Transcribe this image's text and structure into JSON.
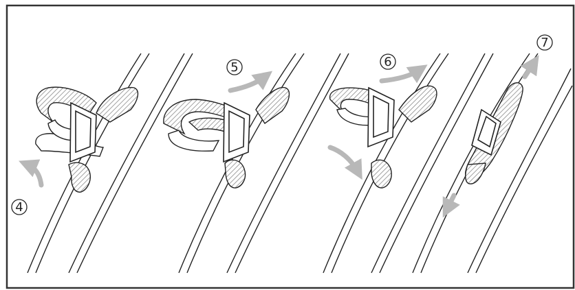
{
  "steps": [
    {
      "label": "4"
    },
    {
      "label": "5"
    },
    {
      "label": "6"
    },
    {
      "label": "7"
    }
  ],
  "colors": {
    "line": "#222222",
    "arrow": "#b8b8b8",
    "hatch": "#8a8a8a",
    "background": "#ffffff",
    "border": "#333333"
  },
  "icons": [
    "strap-diagram",
    "buckle-icon",
    "arrow-icon"
  ]
}
